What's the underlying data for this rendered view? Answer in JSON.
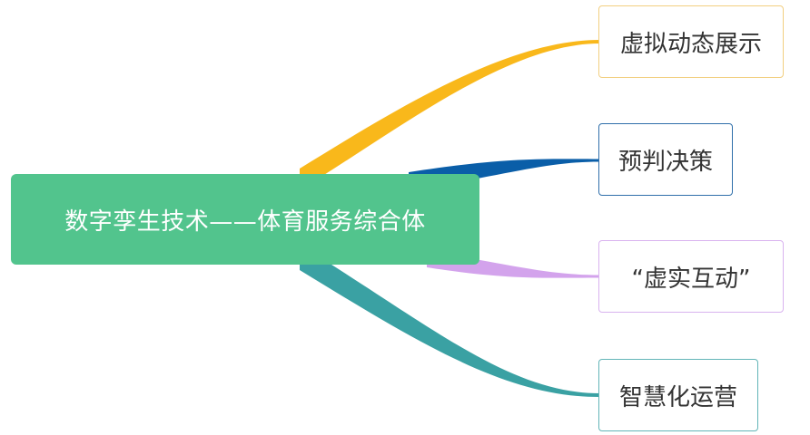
{
  "root": {
    "label": "数字孪生技术——体育服务综合体",
    "color": "#52c48d"
  },
  "branches": [
    {
      "label": "虚拟动态展示",
      "color": "#f9b81b",
      "border": "#f2cf80"
    },
    {
      "label": "预判决策",
      "color": "#0a5ea8",
      "border": "#2f6faa"
    },
    {
      "label": "“虚实互动”",
      "color": "#d3a3ec",
      "border": "#d9b3ef"
    },
    {
      "label": "智慧化运营",
      "color": "#3aa1a3",
      "border": "#62b5b7"
    }
  ]
}
